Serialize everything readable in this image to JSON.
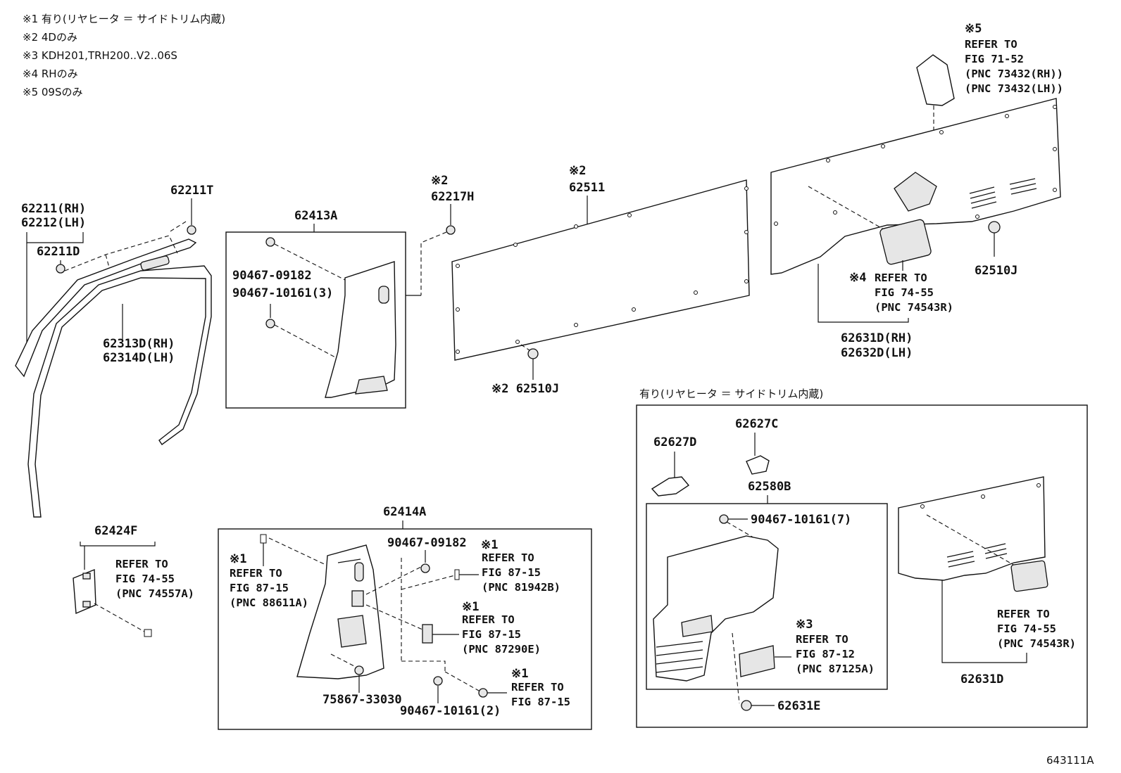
{
  "notes": [
    "※1 有り(リヤヒータ ＝ サイドトリム内蔵)",
    "※2 4Dのみ",
    "※3 KDH201,TRH200..V2..06S",
    "※4 RHのみ",
    "※5 09Sのみ"
  ],
  "figure_id": "643111A",
  "labels": {
    "p62211_rh": "62211(RH)",
    "p62212_lh": "62212(LH)",
    "p62211d": "62211D",
    "p62211t": "62211T",
    "p62313d": "62313D(RH)",
    "p62314d": "62314D(LH)",
    "p62413a": "62413A",
    "p90467_09182_a": "90467-09182",
    "p90467_10161_3": "90467-10161(3)",
    "mark2_a": "※2",
    "p62217h": "62217H",
    "mark2_b": "※2",
    "p62511": "62511",
    "p62510j_a": "※2 62510J",
    "mark5": "※5",
    "p62510j_b": "62510J",
    "p62631d_rh": "62631D(RH)",
    "p62632d_lh": "62632D(LH)",
    "p62424f": "62424F",
    "p62414a": "62414A",
    "p90467_09182_b": "90467-09182",
    "p75867": "75867-33030",
    "p90467_10161_2": "90467-10161(2)",
    "section_title": "有り(リヤヒータ ＝ サイドトリム内蔵)",
    "p62627d": "62627D",
    "p62627c": "62627C",
    "p62580b": "62580B",
    "p90467_10161_7": "90467-10161(7)",
    "mark3": "※3",
    "p62631e": "62631E",
    "p62631d": "62631D",
    "m1_a": "※1",
    "m1_b": "※1",
    "m1_c": "※1",
    "m1_d": "※1",
    "m4": "※4"
  },
  "refs": {
    "r71_52": [
      "REFER TO",
      "FIG 71-52",
      "(PNC 73432(RH))",
      "(PNC 73432(LH))"
    ],
    "r74_55_a": [
      "REFER TO",
      "FIG 74-55",
      "(PNC 74543R)"
    ],
    "r74_55_b": [
      "REFER TO",
      "FIG 74-55",
      "(PNC 74557A)"
    ],
    "r88611": [
      "REFER TO",
      "FIG 87-15",
      "(PNC 88611A)"
    ],
    "r81942": [
      "REFER TO",
      "FIG 87-15",
      "(PNC 81942B)"
    ],
    "r87290": [
      "REFER TO",
      "FIG 87-15",
      "(PNC 87290E)"
    ],
    "r87_15": [
      "REFER TO",
      "FIG 87-15"
    ],
    "r87125": [
      "REFER TO",
      "FIG 87-12",
      "(PNC 87125A)"
    ],
    "r74543_b": [
      "REFER TO",
      "FIG 74-55",
      "(PNC 74543R)"
    ]
  }
}
